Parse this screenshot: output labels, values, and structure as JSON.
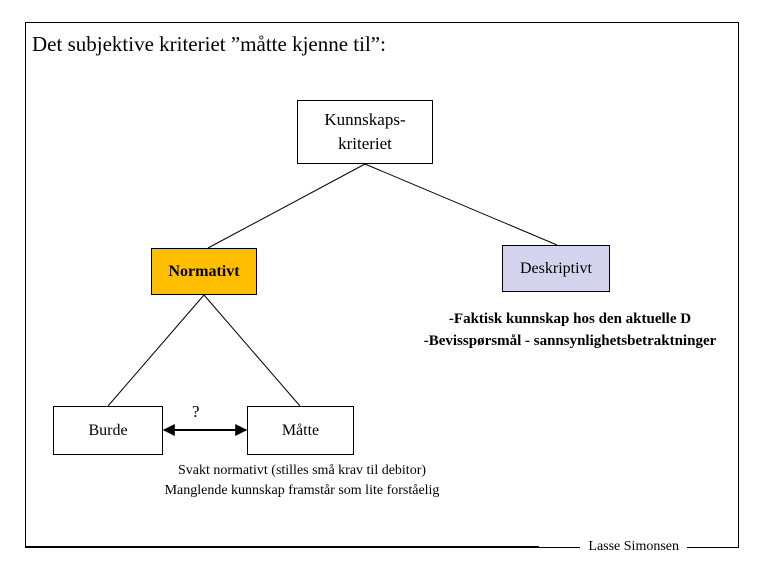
{
  "slide": {
    "title": "Det subjektive kriteriet ”måtte kjenne til”:",
    "background": "#ffffff",
    "frame_color": "#000000"
  },
  "nodes": [
    {
      "id": "kunnskapskriteriet",
      "line1": "Kunnskaps-",
      "line2": "kriteriet",
      "fill": "#ffffff",
      "border": "#000000"
    },
    {
      "id": "normativt",
      "label": "Normativt",
      "fill": "#FFBF00",
      "border": "#000000"
    },
    {
      "id": "deskriptivt",
      "label": "Deskriptivt",
      "fill": "#D4D4EE",
      "border": "#000000"
    },
    {
      "id": "burde",
      "label": "Burde",
      "fill": "#ffffff",
      "border": "#000000"
    },
    {
      "id": "matte",
      "label": "Måtte",
      "fill": "#ffffff",
      "border": "#000000"
    }
  ],
  "connectors": {
    "question_label": "?"
  },
  "annotations": {
    "deskriptivt_notes": {
      "line1": "-Faktisk kunnskap hos den aktuelle D",
      "line2": "-Bevisspørsmål - sannsynlighetsbetraktninger"
    },
    "normativt_notes": {
      "line1": "Svakt normativt (stilles små krav til debitor)",
      "line2": "Manglende kunnskap framstår som lite forståelig"
    }
  },
  "footer": {
    "name": "Lasse Simonsen"
  }
}
